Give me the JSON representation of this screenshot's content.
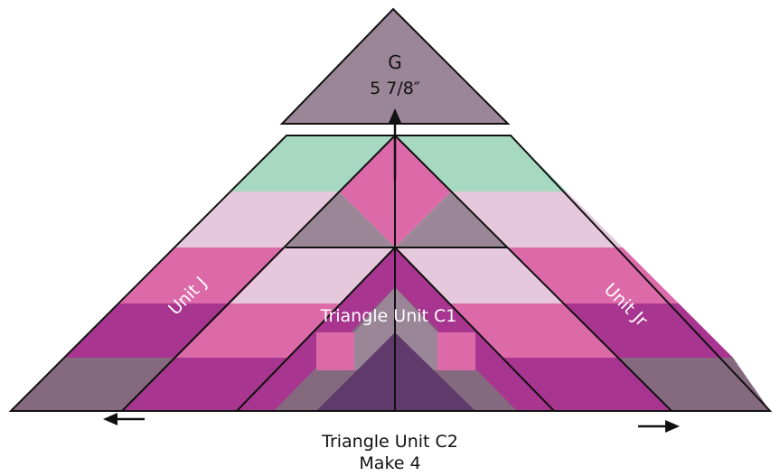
{
  "diagram": {
    "piece_g": {
      "letter": "G",
      "measure": "5 7/8″"
    },
    "unit_j_label": "Unit J",
    "unit_jr_label": "Unit Jr",
    "triangle_c1_label": "Triangle Unit C1",
    "caption": {
      "title": "Triangle Unit C2",
      "subtitle": "Make 4"
    }
  },
  "colors": {
    "mint": "#a6d8c2",
    "light_pink": "#e6c8dc",
    "pink": "#dc6aa9",
    "magenta": "#a8358f",
    "mauve": "#9b8698",
    "mauve_dark": "#85697f",
    "plum": "#5f3a6b",
    "outline": "#111111"
  }
}
